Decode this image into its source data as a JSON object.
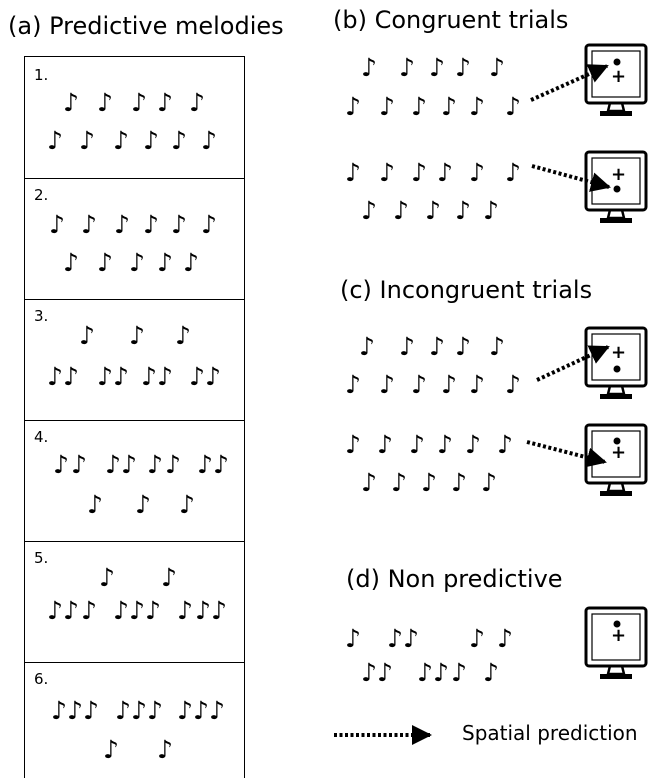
{
  "panels": {
    "a": "(a) Predictive melodies",
    "b": "(b) Congruent trials",
    "c": "(c) Incongruent trials",
    "d": "(d) Non predictive"
  },
  "melodies": [
    "1.",
    "2.",
    "3.",
    "4.",
    "5.",
    "6."
  ],
  "monitor_cross": "+",
  "note_glyph": "♪",
  "legend": {
    "label": "Spatial prediction"
  }
}
